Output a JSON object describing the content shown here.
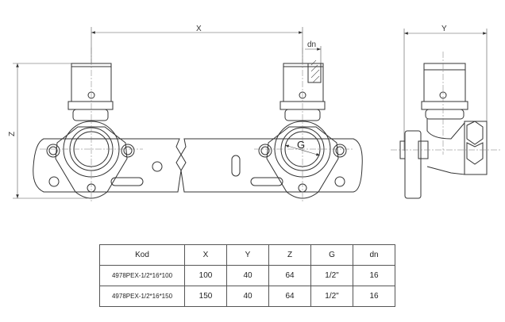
{
  "dimensions": {
    "x": "X",
    "y": "Y",
    "z": "Z",
    "g": "G",
    "dn": "dn"
  },
  "table": {
    "headers": [
      "Kod",
      "X",
      "Y",
      "Z",
      "G",
      "dn"
    ],
    "rows": [
      [
        "4978PEX-1/2*16*100",
        "100",
        "40",
        "64",
        "1/2\"",
        "16"
      ],
      [
        "4978PEX-1/2*16*150",
        "150",
        "40",
        "64",
        "1/2\"",
        "16"
      ]
    ]
  }
}
